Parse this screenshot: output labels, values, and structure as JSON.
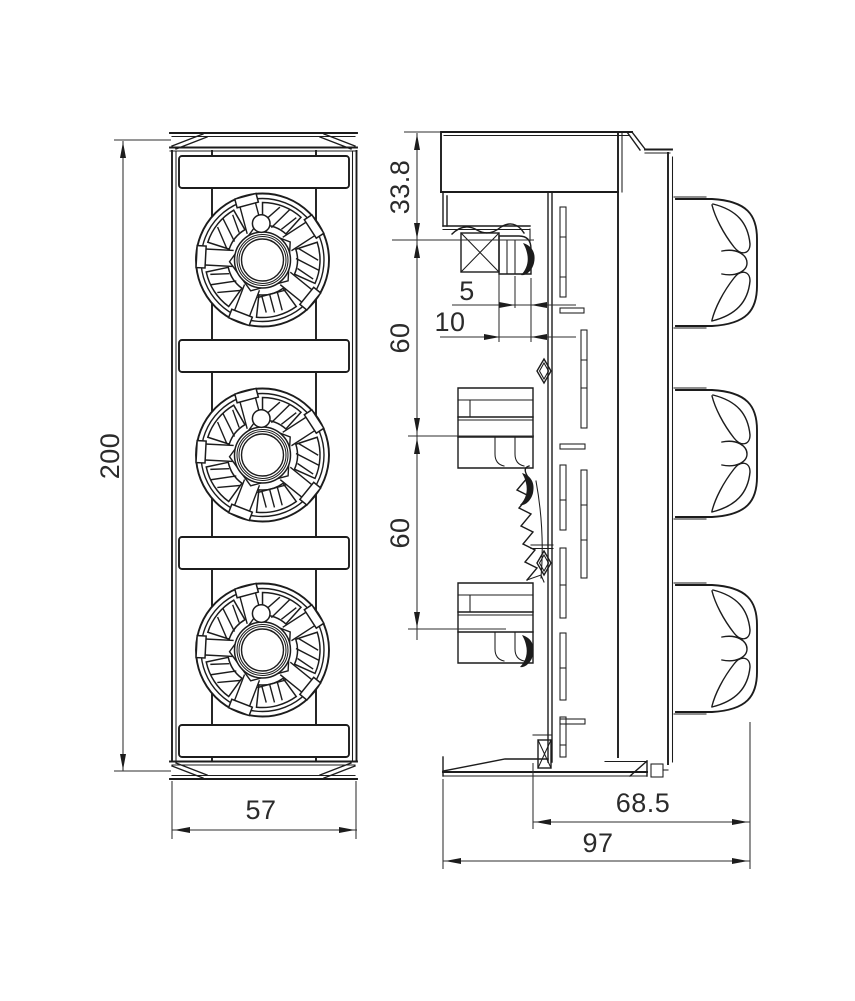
{
  "colors": {
    "background": "#ffffff",
    "line": "#1c1c1c",
    "dimension_text": "#2b2b2b"
  },
  "dimensions": {
    "front_view": {
      "height": "200",
      "width": "57"
    },
    "side_view": {
      "top_offset": "33.8",
      "small_offset": "5",
      "large_offset": "10",
      "pitch_upper": "60",
      "pitch_lower": "60",
      "depth_partial": "68.5",
      "depth_total": "97"
    }
  }
}
